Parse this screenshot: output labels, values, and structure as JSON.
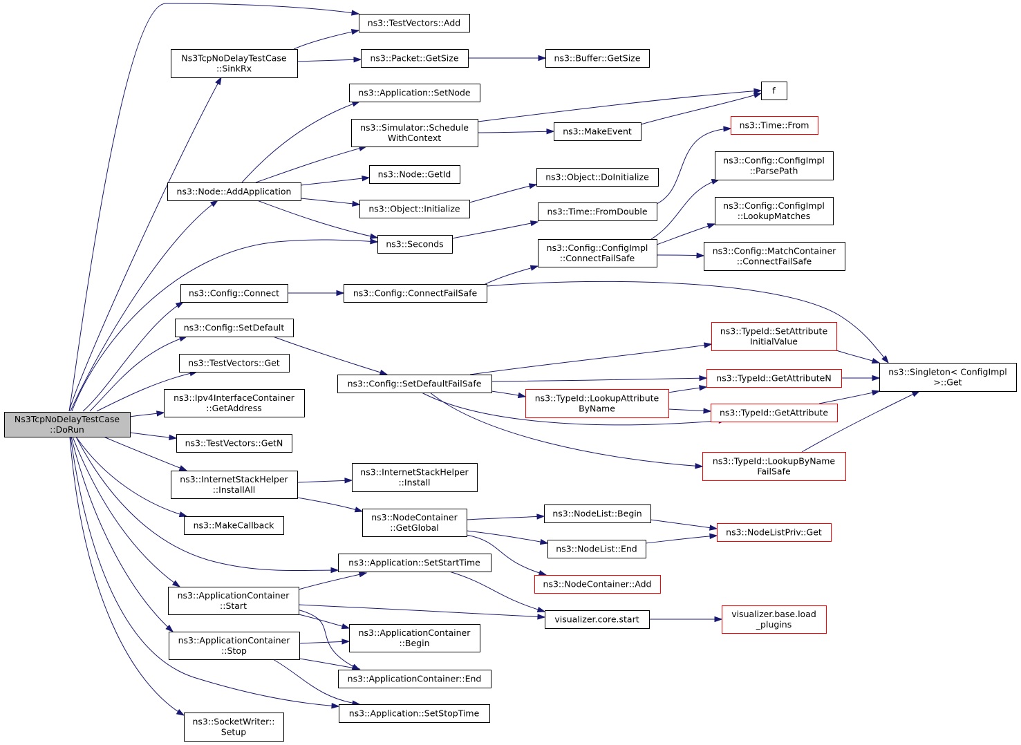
{
  "diagram": {
    "colors": {
      "edge": "#191970",
      "node_border": "#000000",
      "truncated_node_border": "#ff0000",
      "root_fill": "#bfbfbf"
    },
    "nodes": {
      "doRun": [
        "Ns3TcpNoDelayTestCase",
        "::DoRun"
      ],
      "testVectorsAdd": [
        "ns3::TestVectors::Add"
      ],
      "sinkRx": [
        "Ns3TcpNoDelayTestCase",
        "::SinkRx"
      ],
      "packetGetSize": [
        "ns3::Packet::GetSize"
      ],
      "bufferGetSize": [
        "ns3::Buffer::GetSize"
      ],
      "appSetNode": [
        "ns3::Application::SetNode"
      ],
      "f": [
        "f"
      ],
      "simSchedule": [
        "ns3::Simulator::Schedule",
        "WithContext"
      ],
      "makeEvent": [
        "ns3::MakeEvent"
      ],
      "timeFrom": [
        "ns3::Time::From"
      ],
      "nodeAddApp": [
        "ns3::Node::AddApplication"
      ],
      "nodeGetId": [
        "ns3::Node::GetId"
      ],
      "objDoInit": [
        "ns3::Object::DoInitialize"
      ],
      "cfgImplParse": [
        "ns3::Config::ConfigImpl",
        "::ParsePath"
      ],
      "objInit": [
        "ns3::Object::Initialize"
      ],
      "timeFromDouble": [
        "ns3::Time::FromDouble"
      ],
      "cfgImplLookup": [
        "ns3::Config::ConfigImpl",
        "::LookupMatches"
      ],
      "seconds": [
        "ns3::Seconds"
      ],
      "cfgImplConnect": [
        "ns3::Config::ConfigImpl",
        "::ConnectFailSafe"
      ],
      "matchContConnect": [
        "ns3::Config::MatchContainer",
        "::ConnectFailSafe"
      ],
      "cfgConnect": [
        "ns3::Config::Connect"
      ],
      "cfgConnectFS": [
        "ns3::Config::ConnectFailSafe"
      ],
      "cfgSetDefault": [
        "ns3::Config::SetDefault"
      ],
      "typeIdSetAttr": [
        "ns3::TypeId::SetAttribute",
        "InitialValue"
      ],
      "testVectorsGet": [
        "ns3::TestVectors::Get"
      ],
      "singletonGet": [
        "ns3::Singleton< ConfigImpl",
        " >::Get"
      ],
      "cfgSetDefaultFS": [
        "ns3::Config::SetDefaultFailSafe"
      ],
      "typeIdGetAttrN": [
        "ns3::TypeId::GetAttributeN"
      ],
      "ipv4GetAddr": [
        "ns3::Ipv4InterfaceContainer",
        "::GetAddress"
      ],
      "typeIdLookupAttr": [
        "ns3::TypeId::LookupAttribute",
        "ByName"
      ],
      "typeIdGetAttr": [
        "ns3::TypeId::GetAttribute"
      ],
      "testVectorsGetN": [
        "ns3::TestVectors::GetN"
      ],
      "typeIdLookupName": [
        "ns3::TypeId::LookupByName",
        "FailSafe"
      ],
      "ishInstallAll": [
        "ns3::InternetStackHelper",
        "::InstallAll"
      ],
      "ishInstall": [
        "ns3::InternetStackHelper",
        "::Install"
      ],
      "nodeContGetGlobal": [
        "ns3::NodeContainer",
        "::GetGlobal"
      ],
      "nodeListBegin": [
        "ns3::NodeList::Begin"
      ],
      "makeCallback": [
        "ns3::MakeCallback"
      ],
      "nodeListPrivGet": [
        "ns3::NodeListPriv::Get"
      ],
      "nodeListEnd": [
        "ns3::NodeList::End"
      ],
      "appSetStart": [
        "ns3::Application::SetStartTime"
      ],
      "nodeContAdd": [
        "ns3::NodeContainer::Add"
      ],
      "appContStart": [
        "ns3::ApplicationContainer",
        "::Start"
      ],
      "vizStart": [
        "visualizer.core.start"
      ],
      "vizLoad": [
        "visualizer.base.load",
        "_plugins"
      ],
      "appContBegin": [
        "ns3::ApplicationContainer",
        "::Begin"
      ],
      "appContStop": [
        "ns3::ApplicationContainer",
        "::Stop"
      ],
      "appContEnd": [
        "ns3::ApplicationContainer::End"
      ],
      "appSetStop": [
        "ns3::Application::SetStopTime"
      ],
      "socketWriterSetup": [
        "ns3::SocketWriter::",
        "Setup"
      ]
    }
  }
}
